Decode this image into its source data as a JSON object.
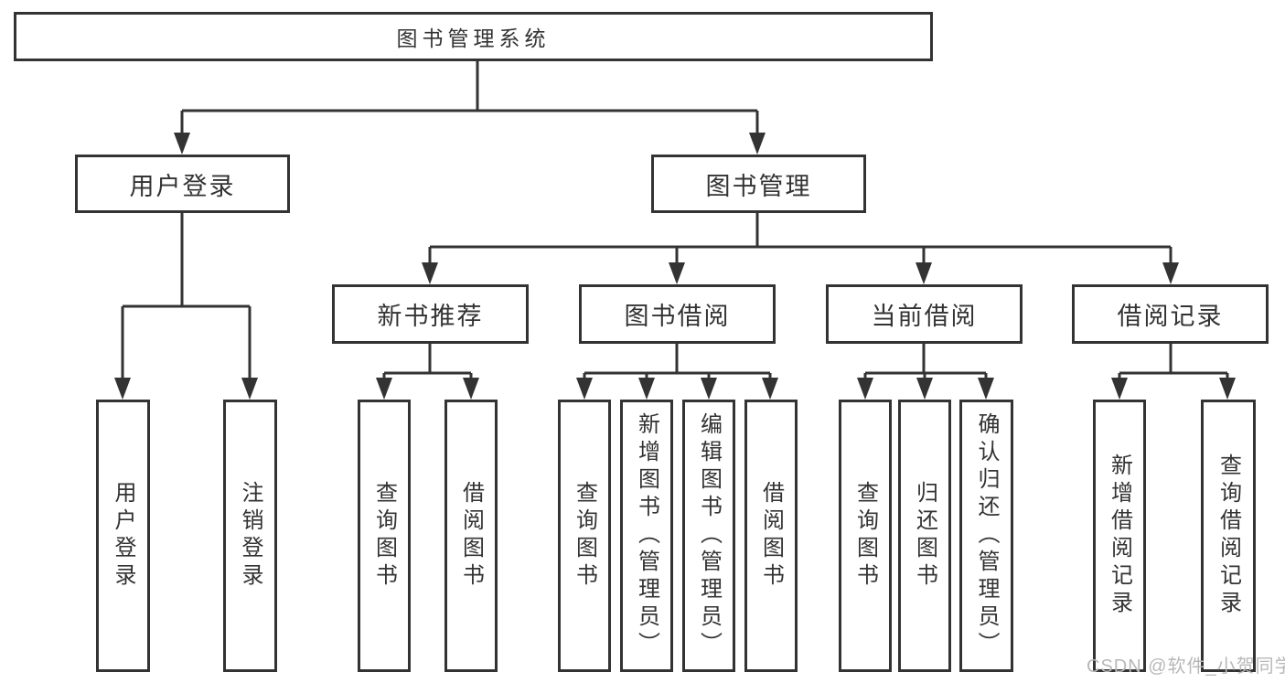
{
  "diagram": {
    "root": "图书管理系统",
    "level2": {
      "user_login": "用户登录",
      "book_management": "图书管理"
    },
    "level3": {
      "new_book_recommend": "新书推荐",
      "book_borrowing": "图书借阅",
      "current_borrowing": "当前借阅",
      "borrowing_records": "借阅记录"
    },
    "leaves": {
      "user_login": [
        "用户登录",
        "注销登录"
      ],
      "new_book_recommend": [
        "查询图书",
        "借阅图书"
      ],
      "book_borrowing": [
        "查询图书",
        "新增图书（管理员）",
        "编辑图书（管理员）",
        "借阅图书"
      ],
      "current_borrowing": [
        "查询图书",
        "归还图书",
        "确认归还（管理员）"
      ],
      "borrowing_records": [
        "新增借阅记录",
        "查询借阅记录"
      ]
    }
  },
  "watermark": "CSDN @软件_小贺同学",
  "colors": {
    "line": "#333333",
    "text": "#333333",
    "background": "#ffffff",
    "watermark": "#b8b8b8"
  }
}
